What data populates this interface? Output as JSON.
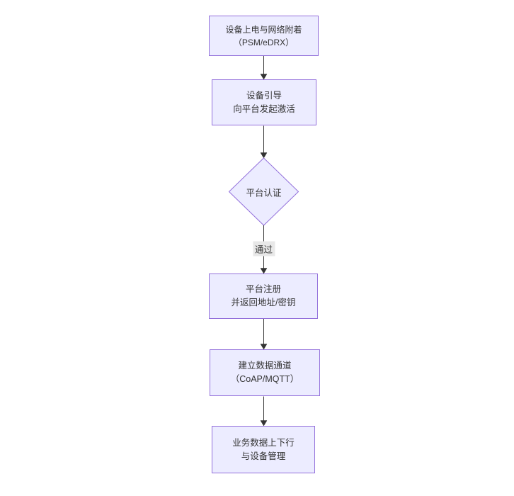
{
  "diagram": {
    "type": "flowchart",
    "direction": "top-down",
    "colors": {
      "background": "#ffffff",
      "node_fill": "#ECECFF",
      "node_border": "#9370DB",
      "text_color": "#333333",
      "edge_color": "#333333",
      "edge_label_bg": "#e8e8e8"
    },
    "nodes": [
      {
        "id": "power-attach",
        "shape": "rect",
        "lines": [
          "设备上电与网络附着",
          "（PSM/eDRX）"
        ]
      },
      {
        "id": "bootstrap",
        "shape": "rect",
        "lines": [
          "设备引导",
          "向平台发起激活"
        ]
      },
      {
        "id": "platform-auth",
        "shape": "diamond",
        "lines": [
          "平台认证"
        ]
      },
      {
        "id": "platform-register",
        "shape": "rect",
        "lines": [
          "平台注册",
          "并返回地址/密钥"
        ]
      },
      {
        "id": "data-channel",
        "shape": "rect",
        "lines": [
          "建立数据通道",
          "（CoAP/MQTT）"
        ]
      },
      {
        "id": "business-data",
        "shape": "rect",
        "lines": [
          "业务数据上下行",
          "与设备管理"
        ]
      }
    ],
    "edges": [
      {
        "from": "power-attach",
        "to": "bootstrap",
        "label": ""
      },
      {
        "from": "bootstrap",
        "to": "platform-auth",
        "label": ""
      },
      {
        "from": "platform-auth",
        "to": "platform-register",
        "label": "通过"
      },
      {
        "from": "platform-register",
        "to": "data-channel",
        "label": ""
      },
      {
        "from": "data-channel",
        "to": "business-data",
        "label": ""
      }
    ]
  }
}
